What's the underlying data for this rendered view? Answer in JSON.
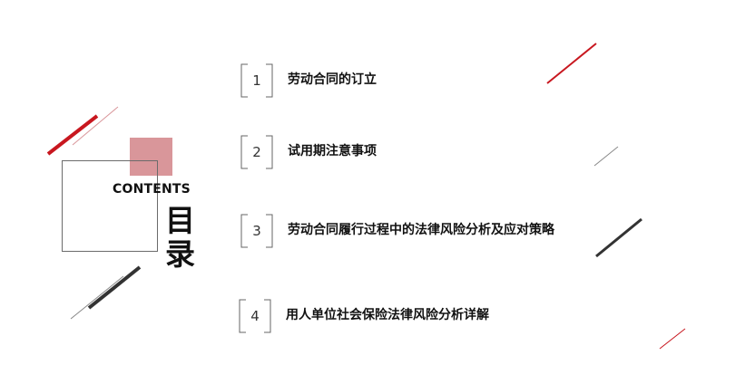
{
  "toc": {
    "heading_en": "CONTENTS",
    "heading_cn_1": "目",
    "heading_cn_2": "录",
    "items": [
      {
        "number": "1",
        "label": "劳动合同的订立"
      },
      {
        "number": "2",
        "label": "试用期注意事项"
      },
      {
        "number": "3",
        "label": "劳动合同履行过程中的法律风险分析及应对策略"
      },
      {
        "number": "4",
        "label": "用人单位社会保险法律风险分析详解"
      }
    ]
  },
  "colors": {
    "accent_red": "#c8171f",
    "accent_pink": "#d9969a",
    "dark_gray": "#333333",
    "line_gray": "#888888"
  }
}
